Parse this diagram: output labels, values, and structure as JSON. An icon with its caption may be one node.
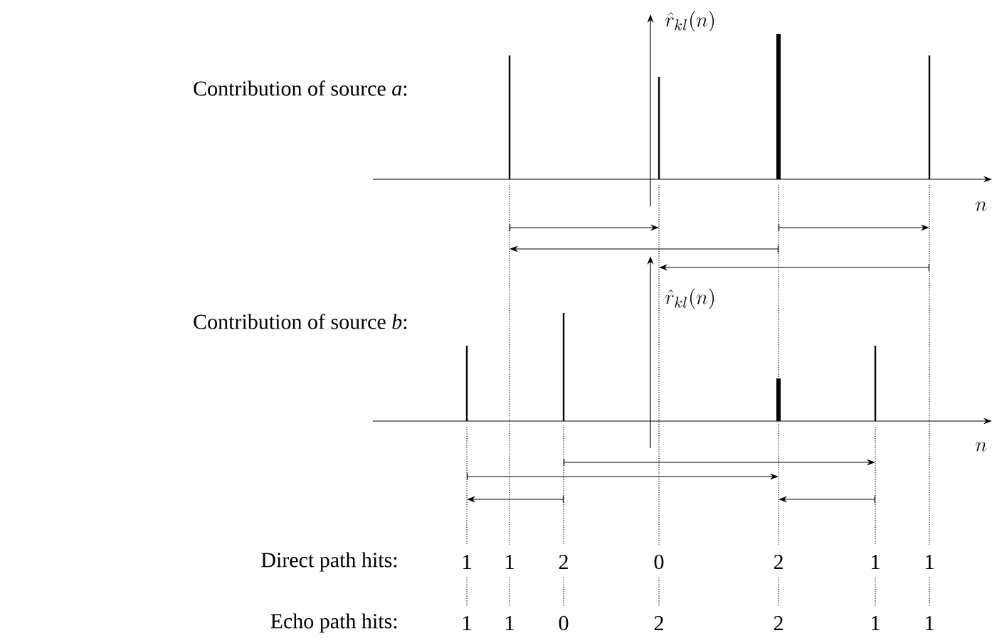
{
  "diagram": {
    "labels": [
      "\\hat{r}_{kl}(n)",
      "Contribution of source *a*:",
      "n",
      "\\hat{r}_{kl}(n)",
      "Contribution of source *b*:",
      "n",
      "Direct path hits:",
      "1",
      "1",
      "2",
      "0",
      "2",
      "1",
      "1",
      "Echo path hits:",
      "1",
      "1",
      "0",
      "2",
      "2",
      "1",
      "1"
    ]
  }
}
